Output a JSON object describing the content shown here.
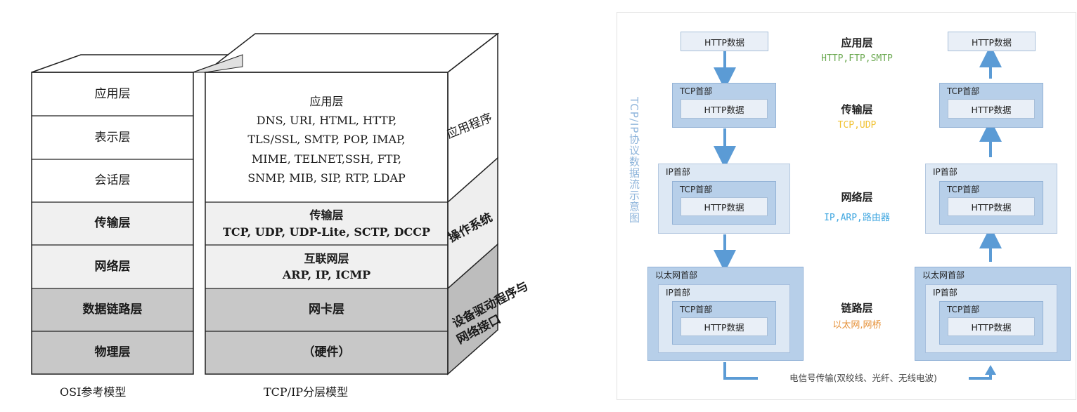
{
  "osi": {
    "caption": "OSI参考模型",
    "layers": [
      "应用层",
      "表示层",
      "会话层",
      "传输层",
      "网络层",
      "数据链路层",
      "物理层"
    ]
  },
  "tcpip": {
    "caption": "TCP/IP分层模型",
    "application": {
      "title": "应用层",
      "lines": [
        "DNS, URI, HTML, HTTP,",
        "TLS/SSL, SMTP, POP, IMAP,",
        "MIME, TELNET,SSH, FTP,",
        "SNMP, MIB, SIP, RTP, LDAP"
      ]
    },
    "transport": {
      "title": "传输层",
      "line": "TCP, UDP, UDP-Lite, SCTP, DCCP"
    },
    "internet": {
      "title": "互联网层",
      "line": "ARP, IP, ICMP"
    },
    "link": {
      "title": "网卡层"
    },
    "hardware": {
      "title": "（硬件）"
    }
  },
  "side_labels": {
    "application": "应用程序",
    "os": "操作系统",
    "driver_line1": "设备驱动程序与",
    "driver_line2": "网络接口"
  },
  "flow": {
    "vertical_title": "TCP/IP协议数据流示意图",
    "http_data": "HTTP数据",
    "tcp_header": "TCP首部",
    "ip_header": "IP首部",
    "eth_header": "以太网首部",
    "layers": [
      {
        "name": "应用层",
        "protocols": "HTTP,FTP,SMTP",
        "color": "#6aa84f"
      },
      {
        "name": "传输层",
        "protocols": "TCP,UDP",
        "color": "#f1c232"
      },
      {
        "name": "网络层",
        "protocols": "IP,ARP,路由器",
        "color": "#3ea6e0"
      },
      {
        "name": "链路层",
        "protocols": "以太网,网桥",
        "color": "#e69138"
      }
    ],
    "signal_label": "电信号传输(双绞线、光纤、无线电波)",
    "arrow_color": "#5b9bd5"
  }
}
